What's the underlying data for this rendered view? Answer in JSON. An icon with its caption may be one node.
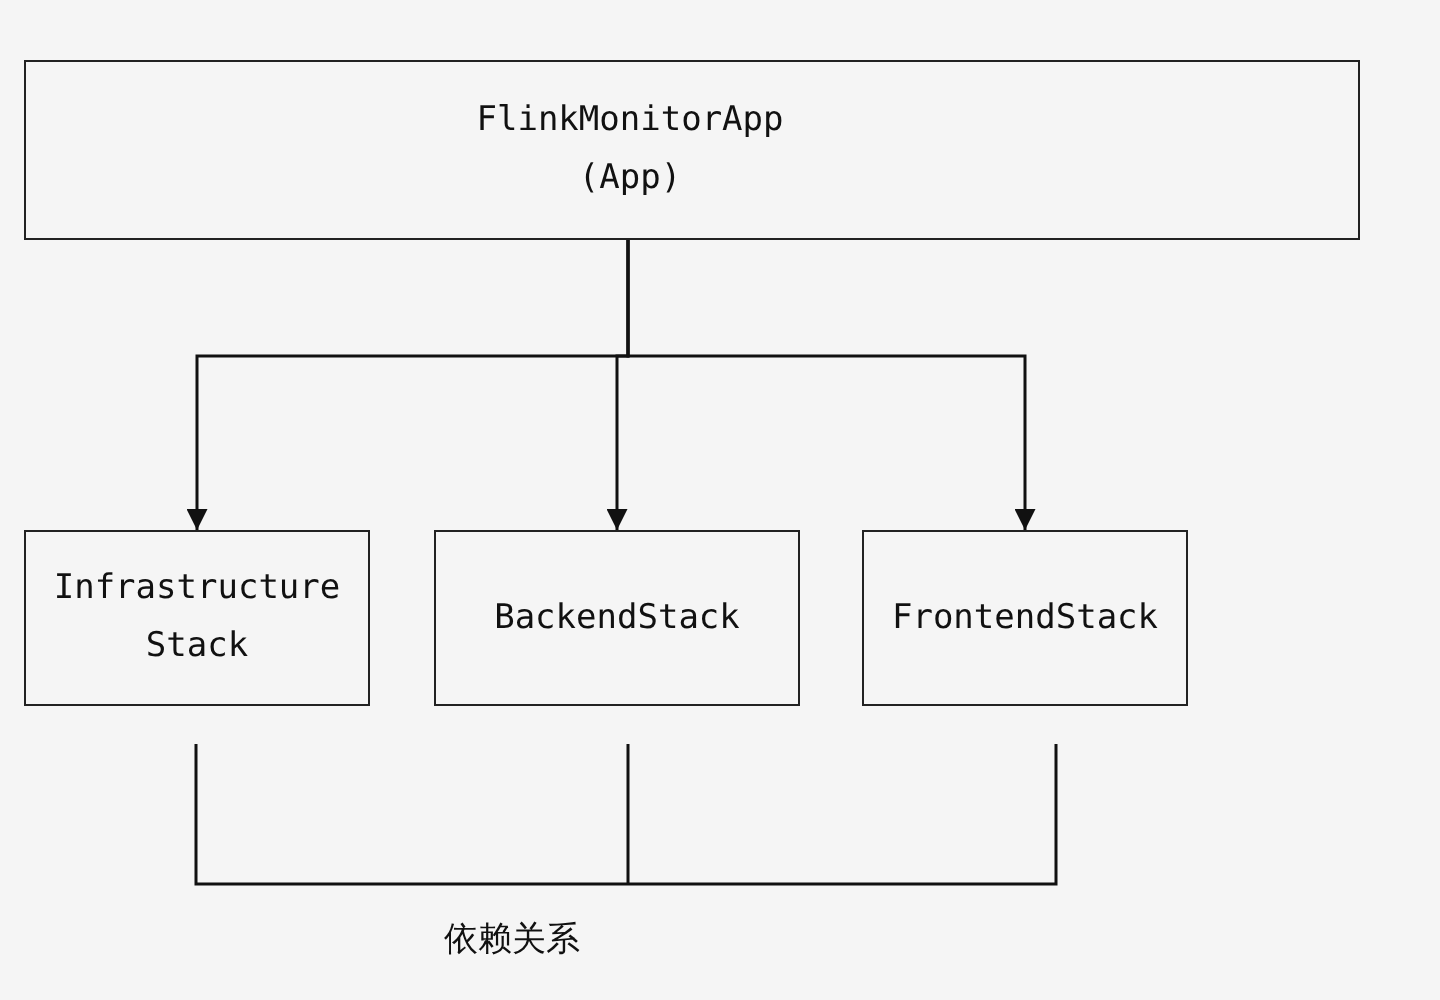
{
  "diagram": {
    "nodes": [
      {
        "text": [
          "FlinkMonitorApp",
          "(App)"
        ]
      },
      {
        "text": [
          "Infrastructure Stack"
        ]
      },
      {
        "text": [
          "BackendStack"
        ]
      },
      {
        "text": [
          "FrontendStack"
        ]
      }
    ],
    "edges": [
      {
        "from": 0,
        "to": 1,
        "arrow": "to"
      },
      {
        "from": 0,
        "to": 2,
        "arrow": "to"
      },
      {
        "from": 0,
        "to": 3,
        "arrow": "to"
      }
    ],
    "labels": [
      "依赖关系"
    ]
  }
}
